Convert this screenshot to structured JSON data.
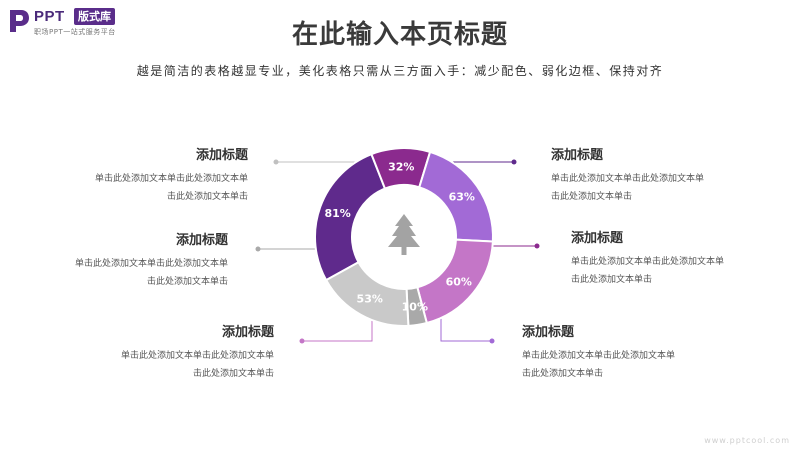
{
  "brand": {
    "name": "PPT",
    "badge": "版式库",
    "tagline": "职场PPT一站式服务平台"
  },
  "heading": {
    "title": "在此输入本页标题",
    "subtitle": "越是简洁的表格越显专业，美化表格只需从三方面入手：减少配色、弱化边框、保持对齐"
  },
  "callouts": [
    {
      "title": "添加标题",
      "line1": "单击此处添加文本单击此处添加文本单",
      "line2": "击此处添加文本单击"
    },
    {
      "title": "添加标题",
      "line1": "单击此处添加文本单击此处添加文本单",
      "line2": "击此处添加文本单击"
    },
    {
      "title": "添加标题",
      "line1": "单击此处添加文本单击此处添加文本单",
      "line2": "击此处添加文本单击"
    },
    {
      "title": "添加标题",
      "line1": "单击此处添加文本单击此处添加文本单",
      "line2": "击此处添加文本单击"
    },
    {
      "title": "添加标题",
      "line1": "单击此处添加文本单击此处添加文本单",
      "line2": "击此处添加文本单击"
    },
    {
      "title": "添加标题",
      "line1": "单击此处添加文本单击此处添加文本单",
      "line2": "击此处添加文本单击"
    }
  ],
  "chart_data": {
    "type": "pie",
    "style": "donut",
    "center_icon": "tree-icon",
    "segments": [
      {
        "value": 81,
        "label": "81%",
        "color": "#5f2a8c"
      },
      {
        "value": 32,
        "label": "32%",
        "color": "#8b2a8e"
      },
      {
        "value": 63,
        "label": "63%",
        "color": "#a26ad6"
      },
      {
        "value": 60,
        "label": "60%",
        "color": "#c476c7"
      },
      {
        "value": 10,
        "label": "10%",
        "color": "#a9a9a9"
      },
      {
        "value": 53,
        "label": "53%",
        "color": "#c9c9c9"
      }
    ]
  },
  "footer": "www.pptcool.com"
}
